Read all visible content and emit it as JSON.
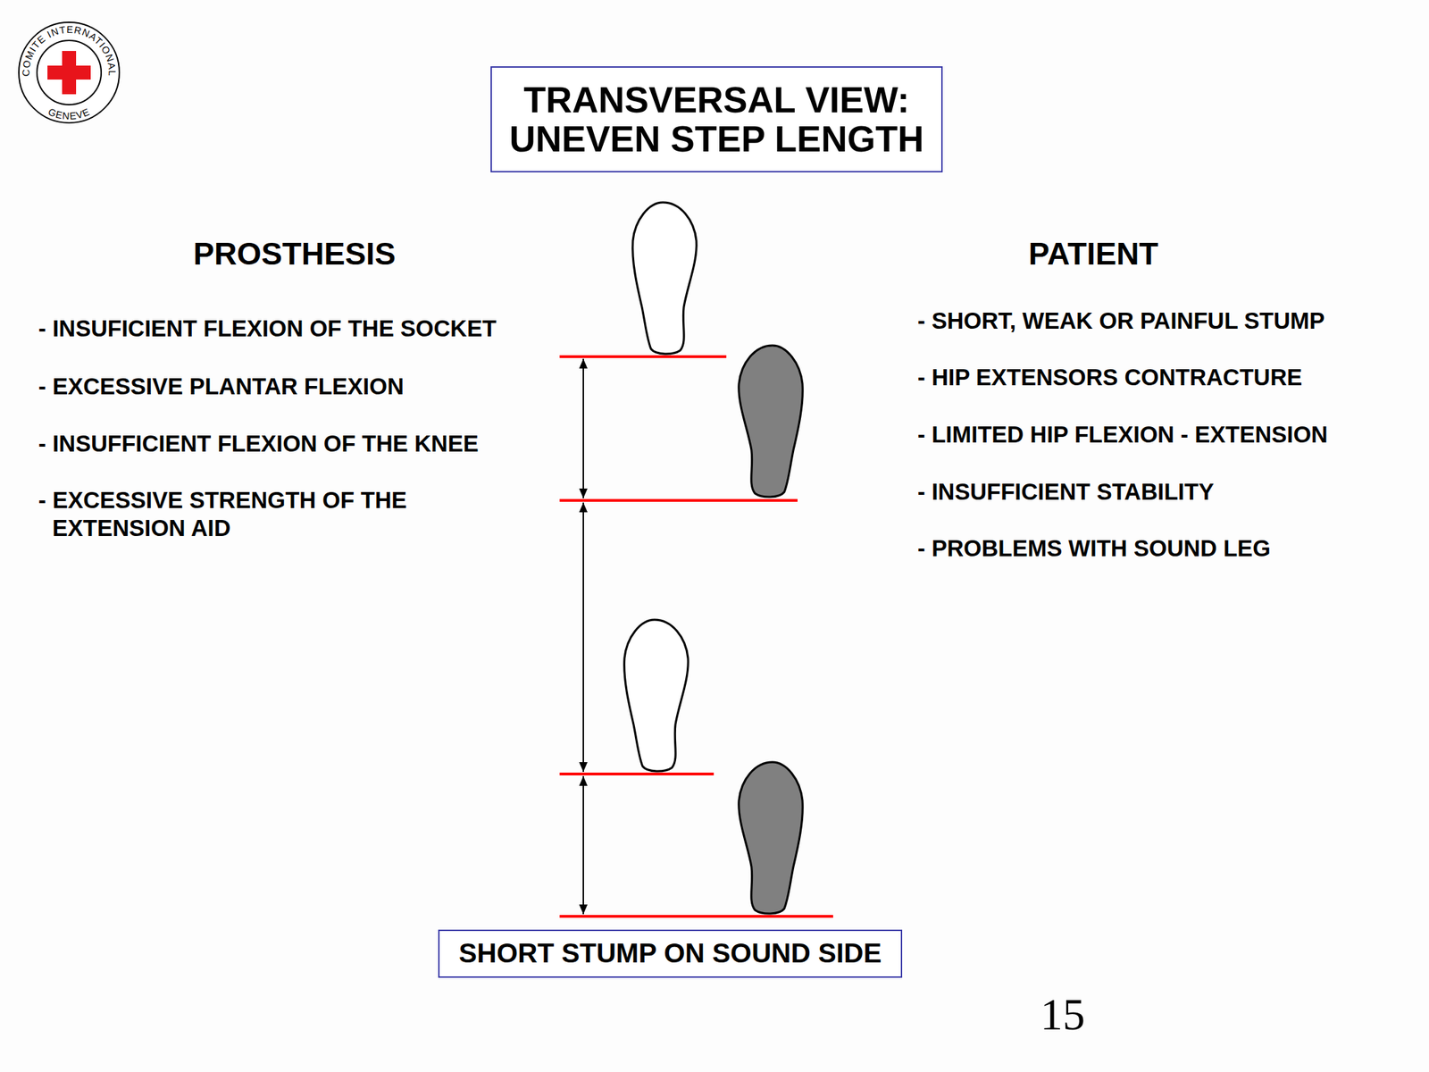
{
  "diagram": {
    "title": "TRANSVERSAL VIEW: UNEVEN STEP LENGTH",
    "caption": "SHORT STUMP ON SOUND SIDE",
    "labels": [
      "COMITE INTERNATIONAL",
      "GENEVE",
      "PROSTHESIS",
      "- INSUFICIENT FLEXION OF THE SOCKET",
      "- EXCESSIVE PLANTAR FLEXION",
      "- INSUFFICIENT FLEXION OF THE KNEE",
      "- EXCESSIVE STRENGTH OF THE EXTENSION AID",
      "PATIENT",
      "- SHORT, WEAK OR PAINFUL STUMP",
      "- HIP EXTENSORS CONTRACTURE",
      "- LIMITED HIP FLEXION - EXTENSION",
      "- INSUFFICIENT STABILITY",
      "- PROBLEMS WITH SOUND LEG",
      "15"
    ]
  }
}
